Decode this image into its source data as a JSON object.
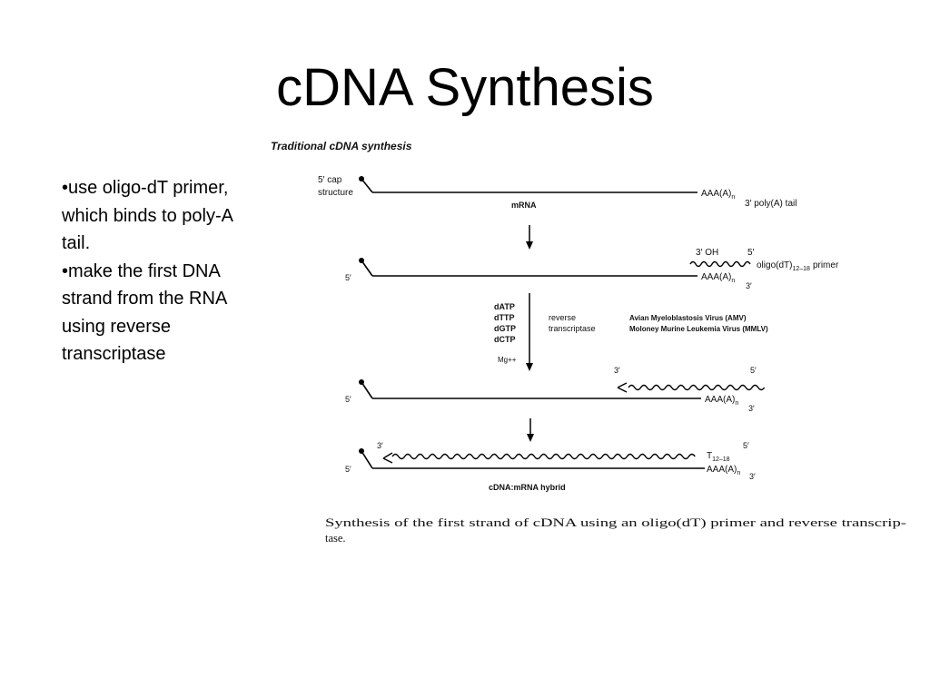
{
  "slide": {
    "title": "cDNA Synthesis",
    "bullets": [
      "•use oligo-dT primer,",
      "which binds to poly-A",
      "tail.",
      "•make the first DNA",
      "strand from the RNA",
      "using reverse",
      "transcriptase"
    ]
  },
  "figure": {
    "heading": "Traditional cDNA synthesis",
    "cap_label_1": "5′ cap",
    "cap_label_2": "structure",
    "mrna_label": "mRNA",
    "polya": "AAA(A)",
    "polya_sub": "n",
    "three_prime": "3′",
    "five_prime": "5′",
    "polya_tail_label": "3′ poly(A) tail",
    "three_oh": "3′ OH",
    "oligo_label": "oligo(dT)",
    "oligo_sub": "12–18",
    "primer_word": "primer",
    "reagents": [
      "dATP",
      "dTTP",
      "dGTP",
      "dCTP"
    ],
    "mg": "Mg++",
    "rt_label_1": "reverse",
    "rt_label_2": "transcriptase",
    "virus_1": "Avian Myeloblastosis Virus (AMV)",
    "virus_2": "Moloney Murine Leukemia Virus (MMLV)",
    "t_label": "T",
    "t_sub": "12–18",
    "hybrid_label": "cDNA:mRNA hybrid",
    "caption_1": "Synthesis of the first strand of cDNA using an oligo(dT) primer and reverse transcrip-",
    "caption_2": "tase."
  }
}
